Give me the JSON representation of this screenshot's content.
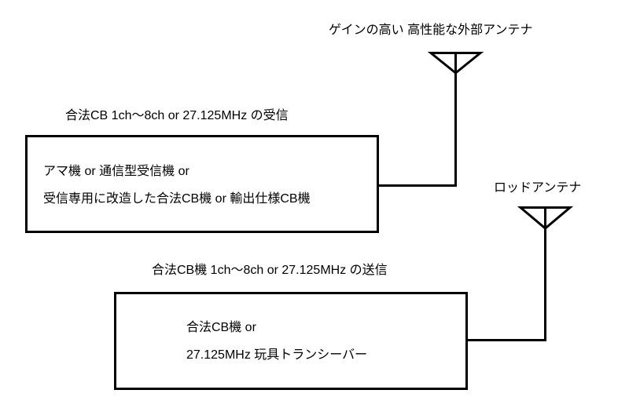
{
  "diagram": {
    "background_color": "#ffffff",
    "line_color": "#000000",
    "receiver": {
      "antenna_label": "ゲインの高い 高性能な外部アンテナ",
      "caption": "合法CB 1ch～8ch or 27.125MHz の受信",
      "box_line1": "アマ機 or 通信型受信機 or",
      "box_line2": "受信専用に改造した合法CB機 or 輸出仕様CB機"
    },
    "transmitter": {
      "antenna_label": "ロッドアンテナ",
      "caption": "合法CB機 1ch～8ch or 27.125MHz の送信",
      "box_line1": "合法CB機 or",
      "box_line2": "27.125MHz 玩具トランシーバー"
    }
  }
}
